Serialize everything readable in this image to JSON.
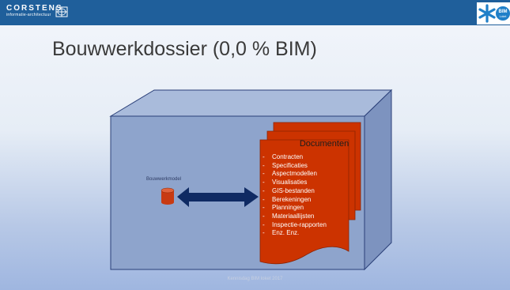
{
  "header": {
    "logo_main": "CORSTENS",
    "logo_sub": "informatie-architectuur",
    "badge_text": "BIM\nLoket"
  },
  "slide": {
    "title": "Bouwwerkdossier (0,0 % BIM)",
    "model_label": "Bouwwerkmodel",
    "documents_title": "Documenten",
    "documents": [
      "Contracten",
      "Specificaties",
      "Aspectmodellen",
      "Visualisaties",
      "GIS-bestanden",
      "Berekeningen",
      "Planningen",
      "Materiaallijsten",
      "Inspectie-rapporten",
      "Enz. Enz."
    ],
    "bullet": "-",
    "footer": "Kennisdag BIM loket 2017"
  },
  "colors": {
    "header_bg": "#1f5f9b",
    "document_fill": "#cc3300",
    "arrow_fill": "#0f2a63",
    "box_front": "#8ea4cc"
  },
  "icons": [
    "grid-icon",
    "asterisk-icon",
    "cylinder-icon",
    "double-arrow-icon"
  ]
}
